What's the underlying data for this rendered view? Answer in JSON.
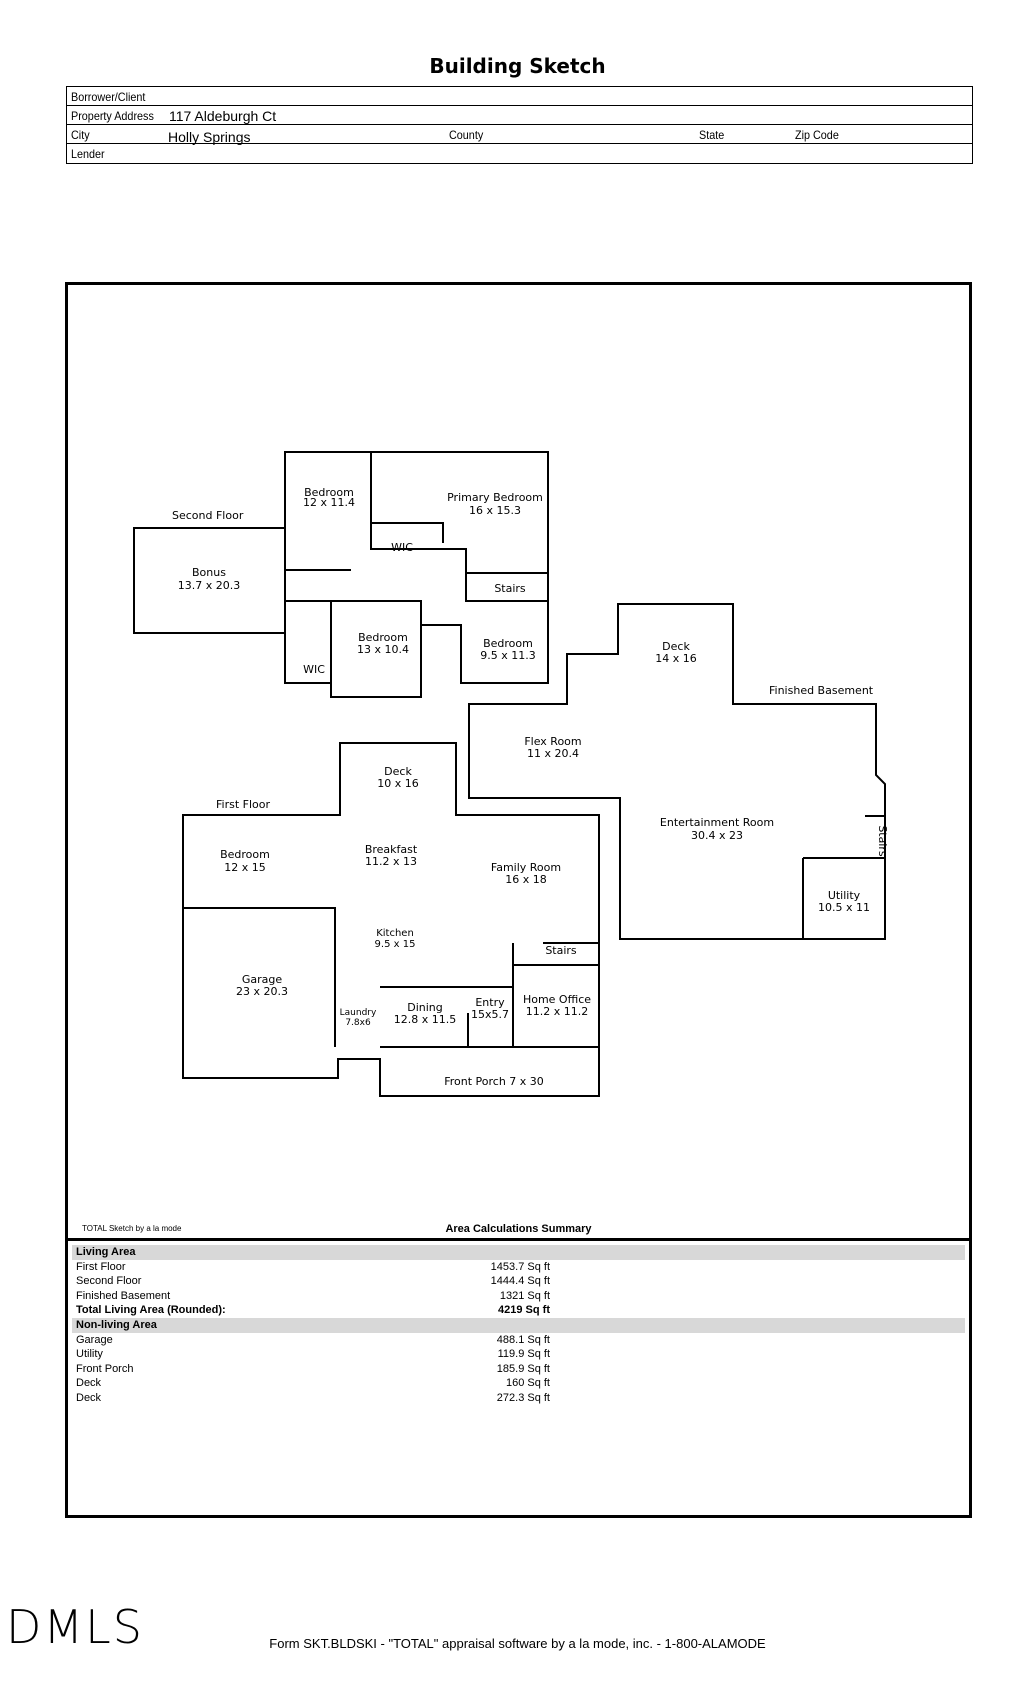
{
  "page_title": "Building Sketch",
  "header": {
    "borrower_label": "Borrower/Client",
    "address_label": "Property Address",
    "address_value": "117 Aldeburgh Ct",
    "city_label": "City",
    "city_value": "Holly Springs",
    "county_label": "County",
    "state_label": "State",
    "zip_label": "Zip Code",
    "lender_label": "Lender"
  },
  "plan": {
    "second_floor": "Second Floor",
    "first_floor": "First Floor",
    "finished_basement": "Finished Basement",
    "rooms": [
      {
        "name": "Bedroom",
        "dim": "12 x 11.4"
      },
      {
        "name": "Primary Bedroom",
        "dim": "16 x 15.3"
      },
      {
        "name": "WIC",
        "dim": ""
      },
      {
        "name": "Bonus",
        "dim": "13.7 x 20.3"
      },
      {
        "name": "Stairs",
        "dim": ""
      },
      {
        "name": "Bedroom",
        "dim": "13 x 10.4"
      },
      {
        "name": "Bedroom",
        "dim": "9.5 x 11.3"
      },
      {
        "name": "WIC",
        "dim": ""
      },
      {
        "name": "Deck",
        "dim": "14 x 16"
      },
      {
        "name": "Flex Room",
        "dim": "11 x 20.4"
      },
      {
        "name": "Deck",
        "dim": "10 x 16"
      },
      {
        "name": "Entertainment Room",
        "dim": "30.4 x 23"
      },
      {
        "name": "Stairs",
        "dim": ""
      },
      {
        "name": "Bedroom",
        "dim": "12 x 15"
      },
      {
        "name": "Breakfast",
        "dim": "11.2 x 13"
      },
      {
        "name": "Family Room",
        "dim": "16 x 18"
      },
      {
        "name": "Utility",
        "dim": "10.5 x 11"
      },
      {
        "name": "Kitchen",
        "dim": "9.5 x 15"
      },
      {
        "name": "Stairs",
        "dim": ""
      },
      {
        "name": "Garage",
        "dim": "23 x 20.3"
      },
      {
        "name": "Laundry",
        "dim": "7.8x6"
      },
      {
        "name": "Dining",
        "dim": "12.8 x 11.5"
      },
      {
        "name": "Entry",
        "dim": "15x5.7"
      },
      {
        "name": "Home Office",
        "dim": "11.2 x 11.2"
      },
      {
        "name": "Front Porch 7 x 30",
        "dim": ""
      }
    ]
  },
  "sketch_credit": "TOTAL Sketch by a la mode",
  "area_summary": {
    "title": "Area Calculations Summary",
    "living_header": "Living Area",
    "living": [
      {
        "label": "First Floor",
        "value": "1453.7 Sq ft"
      },
      {
        "label": "Second Floor",
        "value": "1444.4 Sq ft"
      },
      {
        "label": "Finished Basement",
        "value": "1321 Sq ft"
      }
    ],
    "total_label": "Total Living Area (Rounded):",
    "total_value": "4219 Sq ft",
    "nonliving_header": "Non-living Area",
    "nonliving": [
      {
        "label": "Garage",
        "value": "488.1 Sq ft"
      },
      {
        "label": "Utility",
        "value": "119.9 Sq ft"
      },
      {
        "label": "Front Porch",
        "value": "185.9 Sq ft"
      },
      {
        "label": "Deck",
        "value": "160 Sq ft"
      },
      {
        "label": "Deck",
        "value": "272.3 Sq ft"
      }
    ]
  },
  "logo_text": "DMLS",
  "footer": "Form SKT.BLDSKI - \"TOTAL\" appraisal software by a la mode, inc. - 1-800-ALAMODE"
}
